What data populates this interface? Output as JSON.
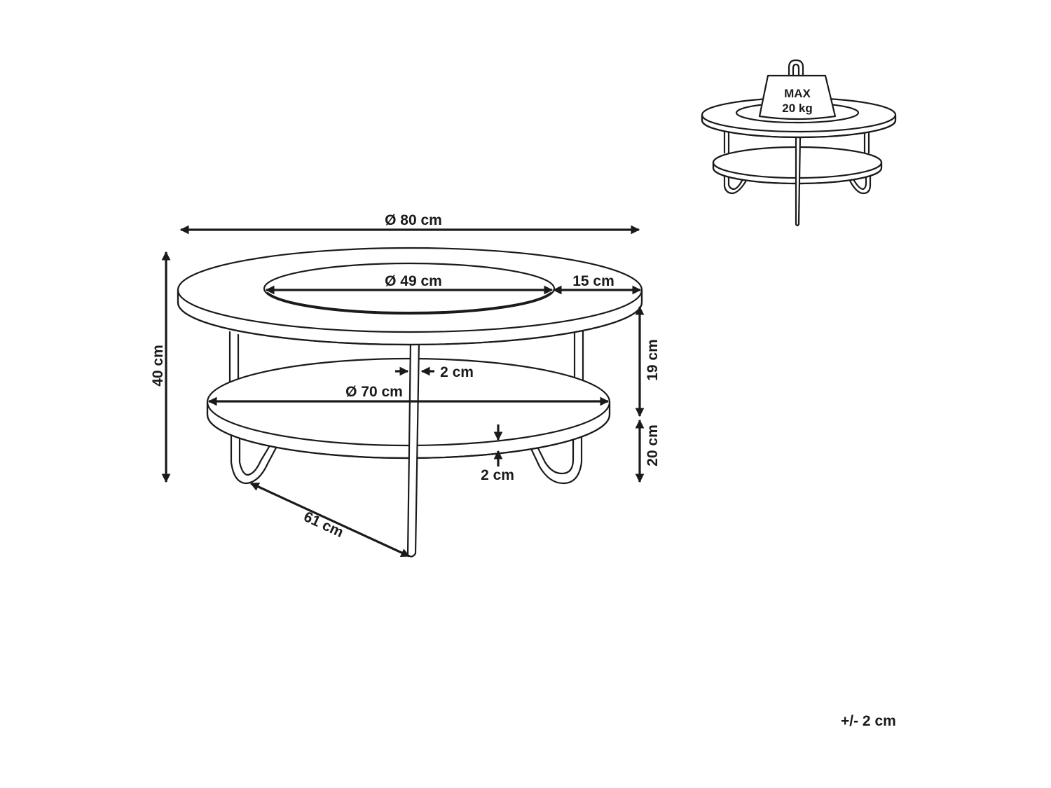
{
  "dimensions": {
    "overall_diameter": "Ø 80 cm",
    "inner_diameter": "Ø 49 cm",
    "ring_width": "15 cm",
    "total_height": "40 cm",
    "upper_gap": "19 cm",
    "lower_height": "20 cm",
    "leg_thickness": "2 cm",
    "shelf_diameter": "Ø 70 cm",
    "shelf_thickness": "2 cm",
    "leg_span": "61 cm"
  },
  "load": {
    "line1": "MAX",
    "line2": "20 kg"
  },
  "tolerance": "+/- 2 cm"
}
